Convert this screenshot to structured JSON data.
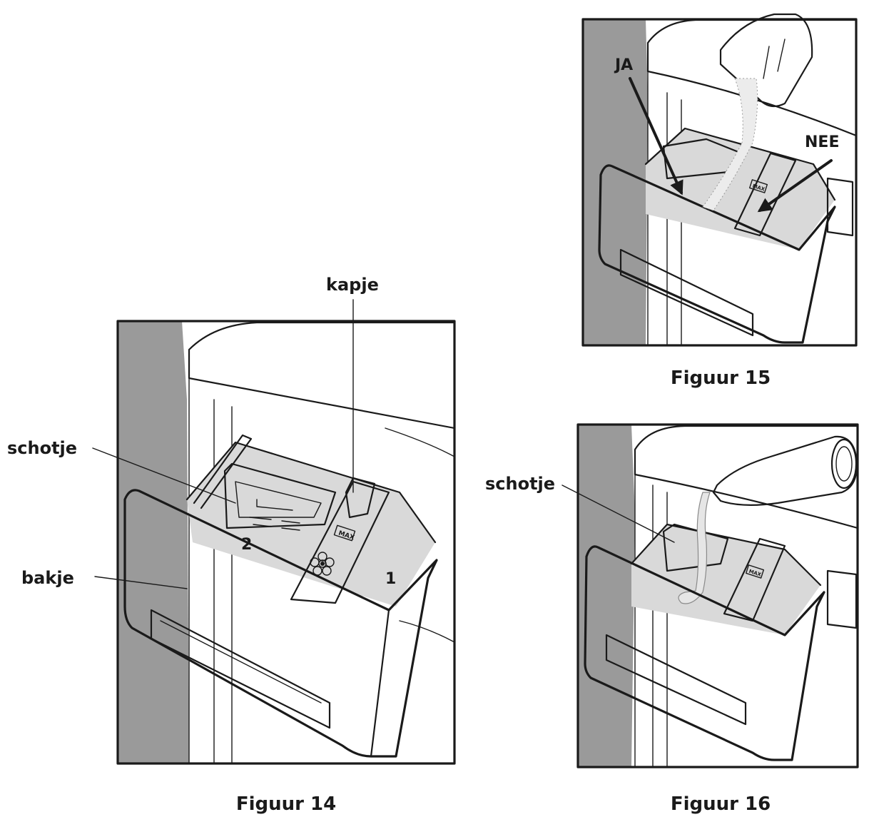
{
  "figures": {
    "fig14": {
      "caption": "Figuur 14",
      "labels": {
        "kapje": "kapje",
        "schotje": "schotje",
        "bakje": "bakje",
        "compartment_2": "2",
        "compartment_1": "1"
      },
      "max_mark": "MAX"
    },
    "fig15": {
      "caption": "Figuur 15",
      "labels": {
        "ja": "JA",
        "nee": "NEE"
      },
      "max_mark": "MAX"
    },
    "fig16": {
      "caption": "Figuur 16",
      "labels": {
        "schotje": "schotje"
      },
      "max_mark": "MAX"
    }
  },
  "colors": {
    "ink": "#1a1a1a",
    "wall": "#9a9a9a",
    "shade": "#d4d4d4",
    "paper": "#ffffff"
  }
}
